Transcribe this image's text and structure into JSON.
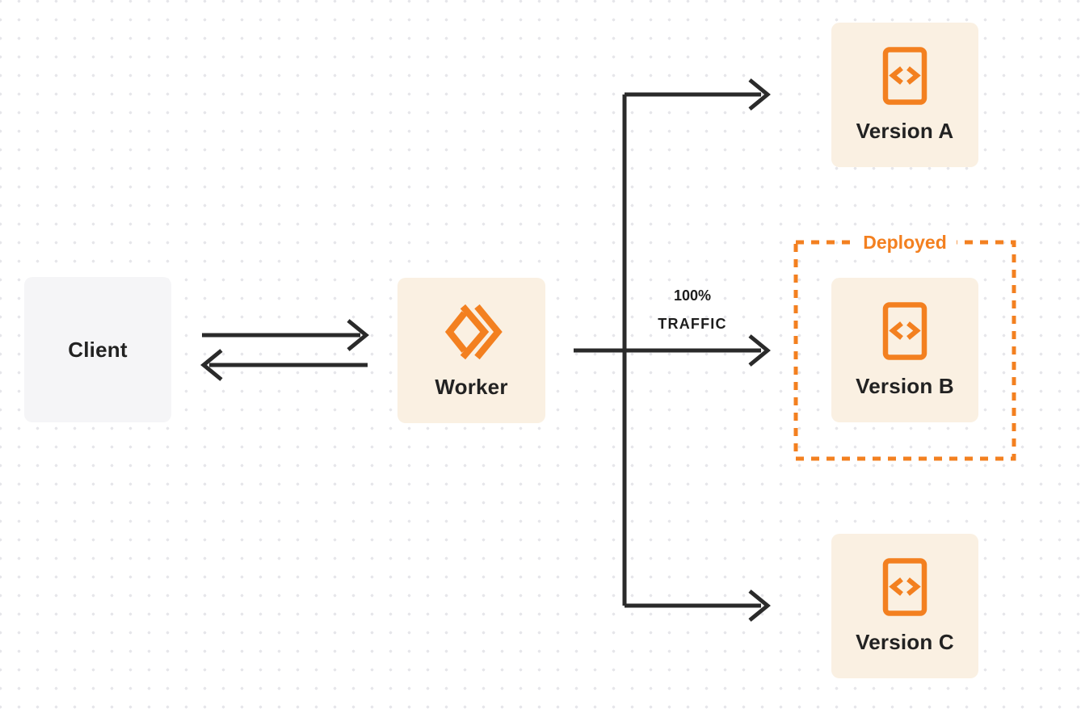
{
  "diagram": {
    "nodes": {
      "client": {
        "label": "Client"
      },
      "worker": {
        "label": "Worker"
      },
      "version_a": {
        "label": "Version A"
      },
      "version_b": {
        "label": "Version B"
      },
      "version_c": {
        "label": "Version C"
      }
    },
    "annotations": {
      "deployed": {
        "label": "Deployed"
      },
      "traffic": {
        "line1": "100%",
        "line2": "TRAFFIC"
      }
    },
    "icons": {
      "worker_icon": "workers-chevrons-icon",
      "version_icon": "code-file-icon"
    },
    "colors": {
      "accent_orange": "#F38020",
      "node_fill_cream": "#FAF0E2",
      "node_fill_gray": "#F5F5F7",
      "arrow": "#2A2A2A",
      "text": "#222222",
      "dot_grid": "#E6E6EA"
    }
  }
}
